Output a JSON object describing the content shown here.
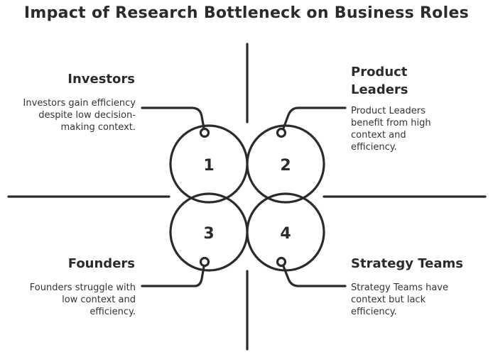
{
  "title": "Impact of Research Bottleneck on Business Roles",
  "colors": {
    "stroke": "#2b2b2b",
    "background": "#ffffff",
    "text": "#2b2b2b"
  },
  "quadrants": [
    {
      "number": "1",
      "title": "Investors",
      "description": "Investors gain efficiency despite low decision-making context."
    },
    {
      "number": "2",
      "title": "Product Leaders",
      "description": "Product Leaders benefit from high context and efficiency."
    },
    {
      "number": "3",
      "title": "Founders",
      "description": "Founders struggle with low context and efficiency."
    },
    {
      "number": "4",
      "title": "Strategy Teams",
      "description": "Strategy Teams have context but lack efficiency."
    }
  ]
}
